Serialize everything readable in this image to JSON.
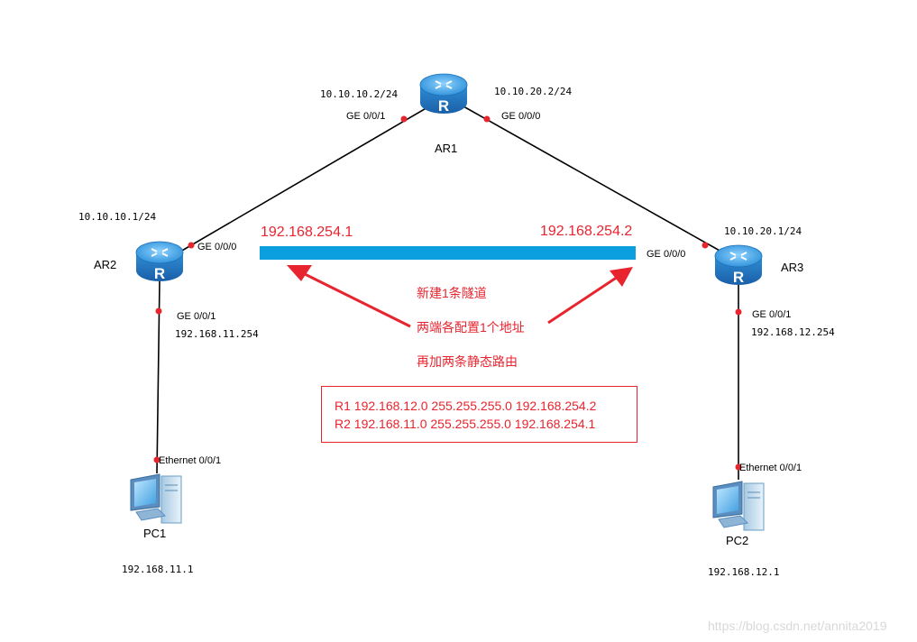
{
  "devices": {
    "ar1": {
      "name": "AR1",
      "icon_letter": "R"
    },
    "ar2": {
      "name": "AR2",
      "icon_letter": "R"
    },
    "ar3": {
      "name": "AR3",
      "icon_letter": "R"
    },
    "pc1": {
      "name": "PC1"
    },
    "pc2": {
      "name": "PC2"
    }
  },
  "interfaces": {
    "ar1_ge001": "GE 0/0/1",
    "ar1_ge000": "GE 0/0/0",
    "ar2_ge000": "GE 0/0/0",
    "ar2_ge001": "GE 0/0/1",
    "ar3_ge000": "GE 0/0/0",
    "ar3_ge001": "GE 0/0/1",
    "pc1_eth": "Ethernet 0/0/1",
    "pc2_eth": "Ethernet 0/0/1"
  },
  "addresses": {
    "ar1_left": "10.10.10.2/24",
    "ar1_right": "10.10.20.2/24",
    "ar2_wan": "10.10.10.1/24",
    "ar3_wan": "10.10.20.1/24",
    "ar2_lan": "192.168.11.254",
    "ar3_lan": "192.168.12.254",
    "pc1": "192.168.11.1",
    "pc2": "192.168.12.1"
  },
  "tunnel": {
    "left_ip": "192.168.254.1",
    "right_ip": "192.168.254.2",
    "color": "#0b9fe0"
  },
  "notes": {
    "line1": "新建1条隧道",
    "line2": "两端各配置1个地址",
    "line3": "再加两条静态路由"
  },
  "routes": {
    "r1": "R1  192.168.12.0 255.255.255.0 192.168.254.2",
    "r2": "R2  192.168.11.0 255.255.255.0 192.168.254.1"
  },
  "watermark": "https://blog.csdn.net/annita2019",
  "colors": {
    "annotation_red": "#e8252f",
    "router_blue": "#2d8fd5",
    "link": "#000000"
  }
}
